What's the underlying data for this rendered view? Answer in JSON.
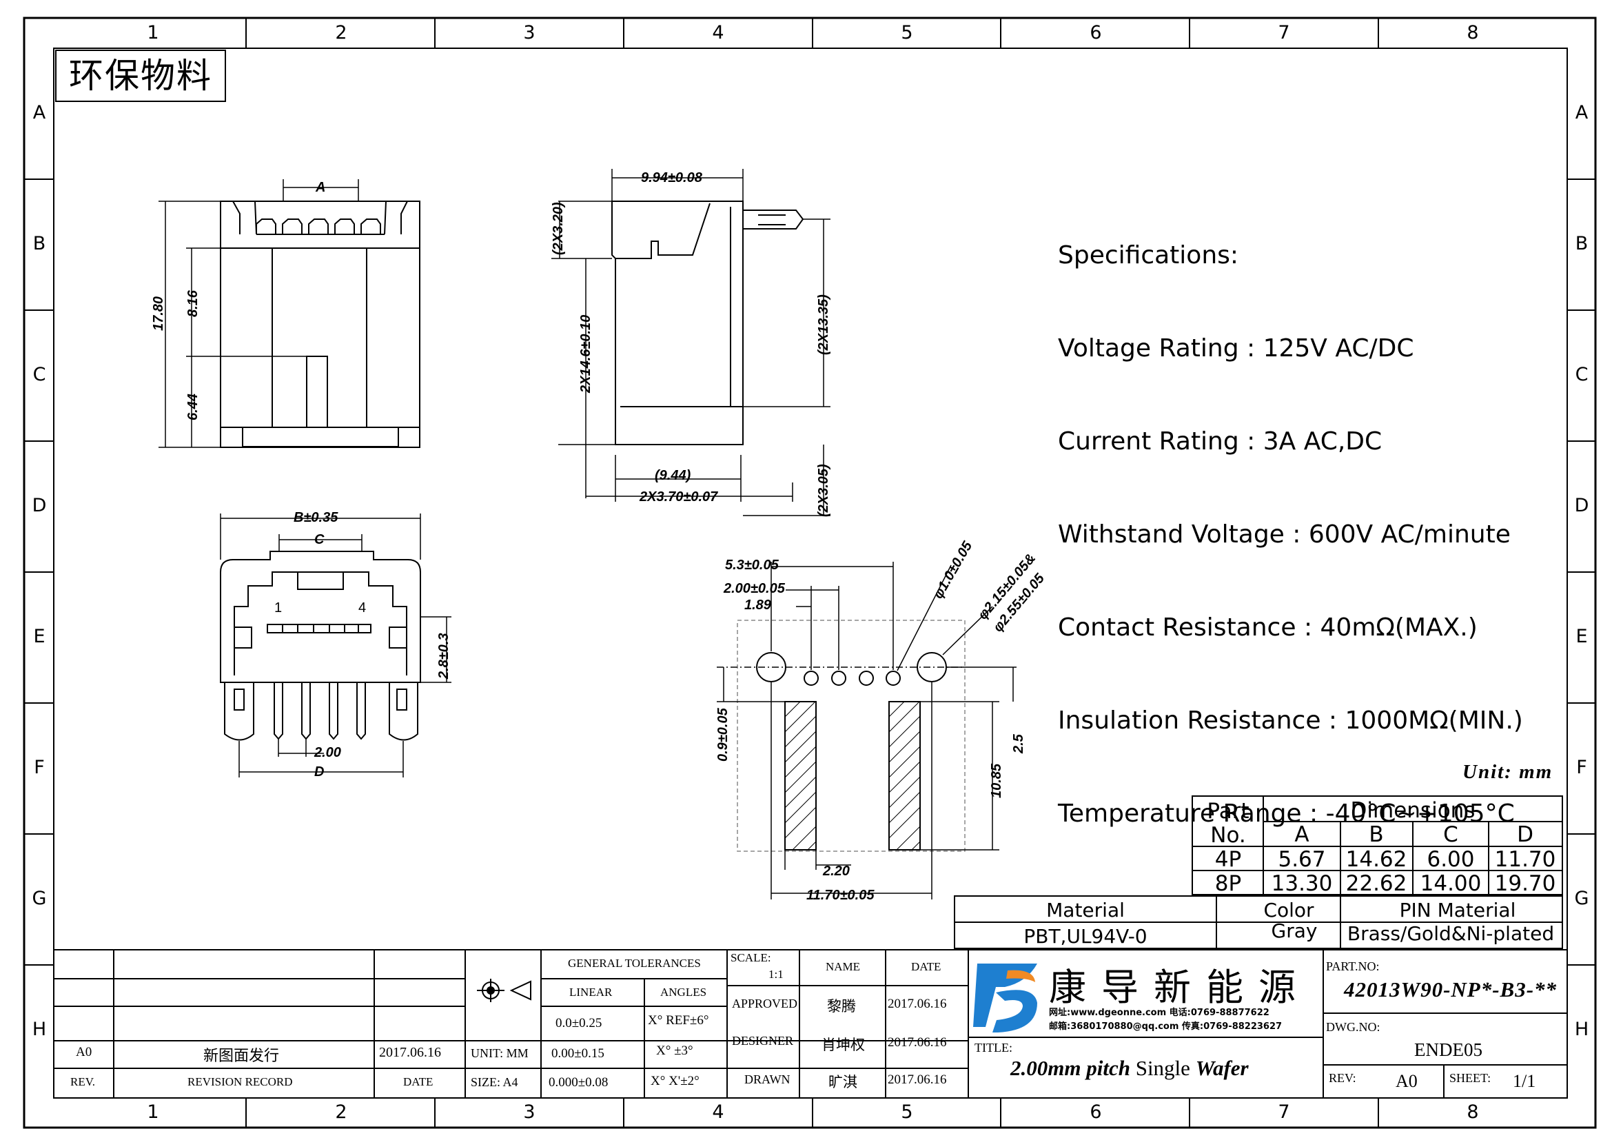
{
  "stamp": "环保物料",
  "zones": {
    "columns": [
      "1",
      "2",
      "3",
      "4",
      "5",
      "6",
      "7",
      "8"
    ],
    "rows": [
      "A",
      "B",
      "C",
      "D",
      "E",
      "F",
      "G",
      "H"
    ]
  },
  "specs": {
    "heading": "Specifications:",
    "lines": [
      "Voltage Rating : 125V AC/DC",
      "Current Rating : 3A AC,DC",
      "Withstand Voltage : 600V AC/minute",
      "Contact Resistance : 40mΩ(MAX.)",
      "Insulation Resistance : 1000MΩ(MIN.)",
      "Temperature Range : -40°C~+105°C"
    ]
  },
  "unit_note": "Unit: mm",
  "dimension_labels": {
    "front_A": "A",
    "front_1780": "17.80",
    "front_816": "8.16",
    "front_644": "6.44",
    "side_994": "9.94±0.08",
    "side_2x320": "(2X3.20)",
    "side_2x146": "2X14.6±0.10",
    "side_2x1335": "(2X13.35)",
    "side_944": "(9.44)",
    "side_2x370": "2X3.70±0.07",
    "side_2x305": "(2X3.05)",
    "bottom_B": "B±0.35",
    "bottom_C": "C",
    "bottom_pin1": "1",
    "bottom_pin4": "4",
    "bottom_28": "2.8±0.3",
    "bottom_200": "2.00",
    "bottom_D": "D",
    "pcb_53": "5.3±0.05",
    "pcb_200": "2.00±0.05",
    "pcb_189": "1.89",
    "pcb_phi10": "φ1.0±0.05",
    "pcb_phi215a": "φ2.15±0.05&",
    "pcb_phi215b": "φ2.55±0.05",
    "pcb_09": "0.9±0.05",
    "pcb_25": "2.5",
    "pcb_1085": "10.85",
    "pcb_220": "2.20",
    "pcb_1170": "11.70±0.05"
  },
  "dims_table": {
    "part_header_1": "Part",
    "part_header_2": "No.",
    "dims_header": "Dimensions",
    "col_headers": [
      "A",
      "B",
      "C",
      "D"
    ],
    "rows": [
      {
        "part": "4P",
        "values": [
          "5.67",
          "14.62",
          "6.00",
          "11.70"
        ]
      },
      {
        "part": "8P",
        "values": [
          "13.30",
          "22.62",
          "14.00",
          "19.70"
        ]
      }
    ]
  },
  "material_table": {
    "material_header": "Material",
    "material_value": "PBT,UL94V-0",
    "color_header": "Color",
    "color_value": "Gray",
    "pin_header": "PIN Material",
    "pin_value": "Brass/Gold&Ni-plated"
  },
  "title_block": {
    "revision": {
      "rev": "A0",
      "record": "新图面发行",
      "date": "2017.06.16"
    },
    "revision_headers": {
      "rev": "REV.",
      "record": "REVISION RECORD",
      "date": "DATE"
    },
    "unit": "UNIT: MM",
    "size": "SIZE: A4",
    "tolerances": {
      "header": "GENERAL TOLERANCES",
      "linear_header": "LINEAR",
      "angles_header": "ANGLES",
      "linear": [
        "0.0±0.25",
        "0.00±0.15",
        "0.000±0.08"
      ],
      "angles": [
        "X° REF±6°",
        "X° ±3°",
        "X° X'±2°"
      ]
    },
    "scale_label": "SCALE:",
    "scale_value": "1:1",
    "name_header": "NAME",
    "date_header": "DATE",
    "approvals": [
      {
        "role": "APPROVED",
        "name": "黎腾",
        "date": "2017.06.16"
      },
      {
        "role": "DESIGNER",
        "name": "肖坤权",
        "date": "2017.06.16"
      },
      {
        "role": "DRAWN",
        "name": "旷淇",
        "date": "2017.06.16"
      }
    ],
    "company_name": "康导新能源",
    "company_line1": "网址:www.dgeonne.com  电话:0769-88877622",
    "company_line2": "邮箱:3680170880@qq.com 传真:0769-88223627",
    "title_label": "TITLE:",
    "title_value_italic": "2.00mm pitch",
    "title_value_1": "Single",
    "title_value_2": "Wafer",
    "part_no_label": "PART.NO:",
    "part_no": "42013W90-NP*-B3-**",
    "dwg_no_label": "DWG.NO:",
    "dwg_no": "ENDE05",
    "rev_label": "REV:",
    "rev_value": "A0",
    "sheet_label": "SHEET:",
    "sheet_value": "1/1"
  },
  "colors": {
    "line": "#000000",
    "logo_blue": "#1e7fd0",
    "logo_orange": "#f08a24"
  }
}
